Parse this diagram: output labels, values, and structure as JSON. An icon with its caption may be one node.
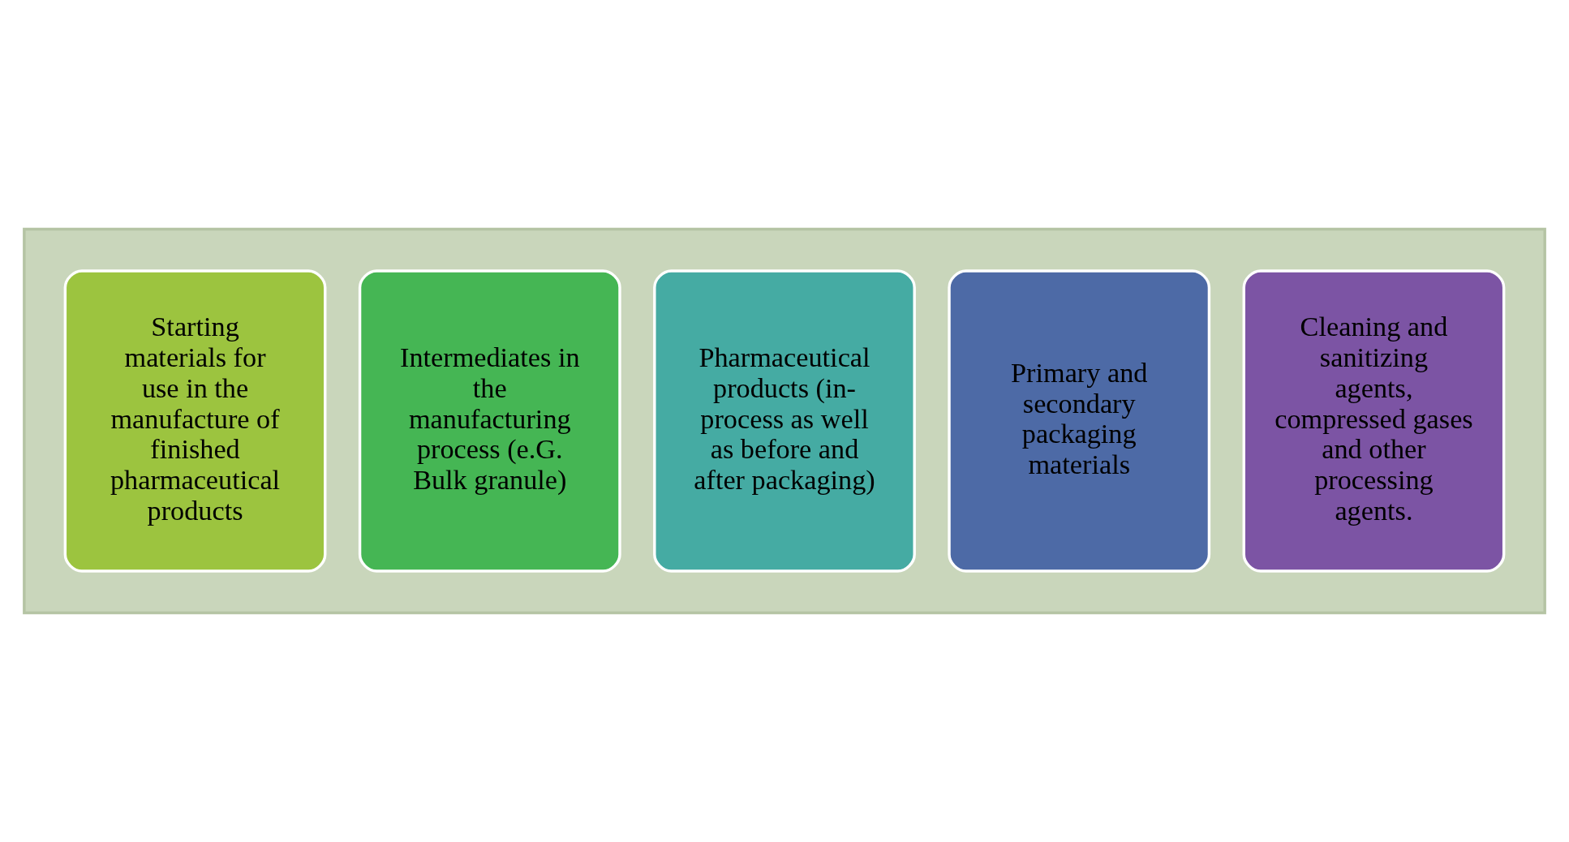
{
  "diagram": {
    "nodes": [
      {
        "text": [],
        "shape": "arrow"
      },
      {
        "text": [
          "Starting materials for use in the manufacture of finished pharmaceutical products"
        ],
        "in": 0
      },
      {
        "text": [
          "Intermediates in the manufacturing process (e.G. Bulk granule)"
        ],
        "in": 0
      },
      {
        "text": [
          "Pharmaceutical products (in-process as well as before and after packaging)"
        ],
        "in": 0
      },
      {
        "text": [
          "Primary and secondary packaging materials"
        ],
        "in": 0
      },
      {
        "text": [
          "Cleaning and sanitizing agents, compressed gases and other processing agents."
        ],
        "in": 0
      }
    ]
  }
}
